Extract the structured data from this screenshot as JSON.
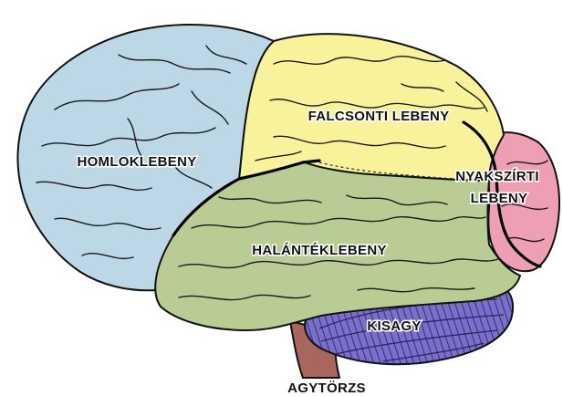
{
  "labels": {
    "frontal": "HOMLOKLEBENY",
    "parietal": "FALCSONTI LEBENY",
    "occipital_line1": "NYAKSZÍRTI",
    "occipital_line2": "LEBENY",
    "temporal": "HALÁNTÉKLEBENY",
    "cerebellum": "KISAGY",
    "brainstem": "AGYTÖRZS"
  },
  "colors": {
    "frontal": "#bcd7e6",
    "parietal": "#f8f39a",
    "occipital": "#ef9fb4",
    "temporal": "#b8cc94",
    "cerebellum": "#7b70c9",
    "cerebellum_stripes": "#3a3185",
    "brainstem": "#a8675e",
    "outline": "#111111"
  }
}
